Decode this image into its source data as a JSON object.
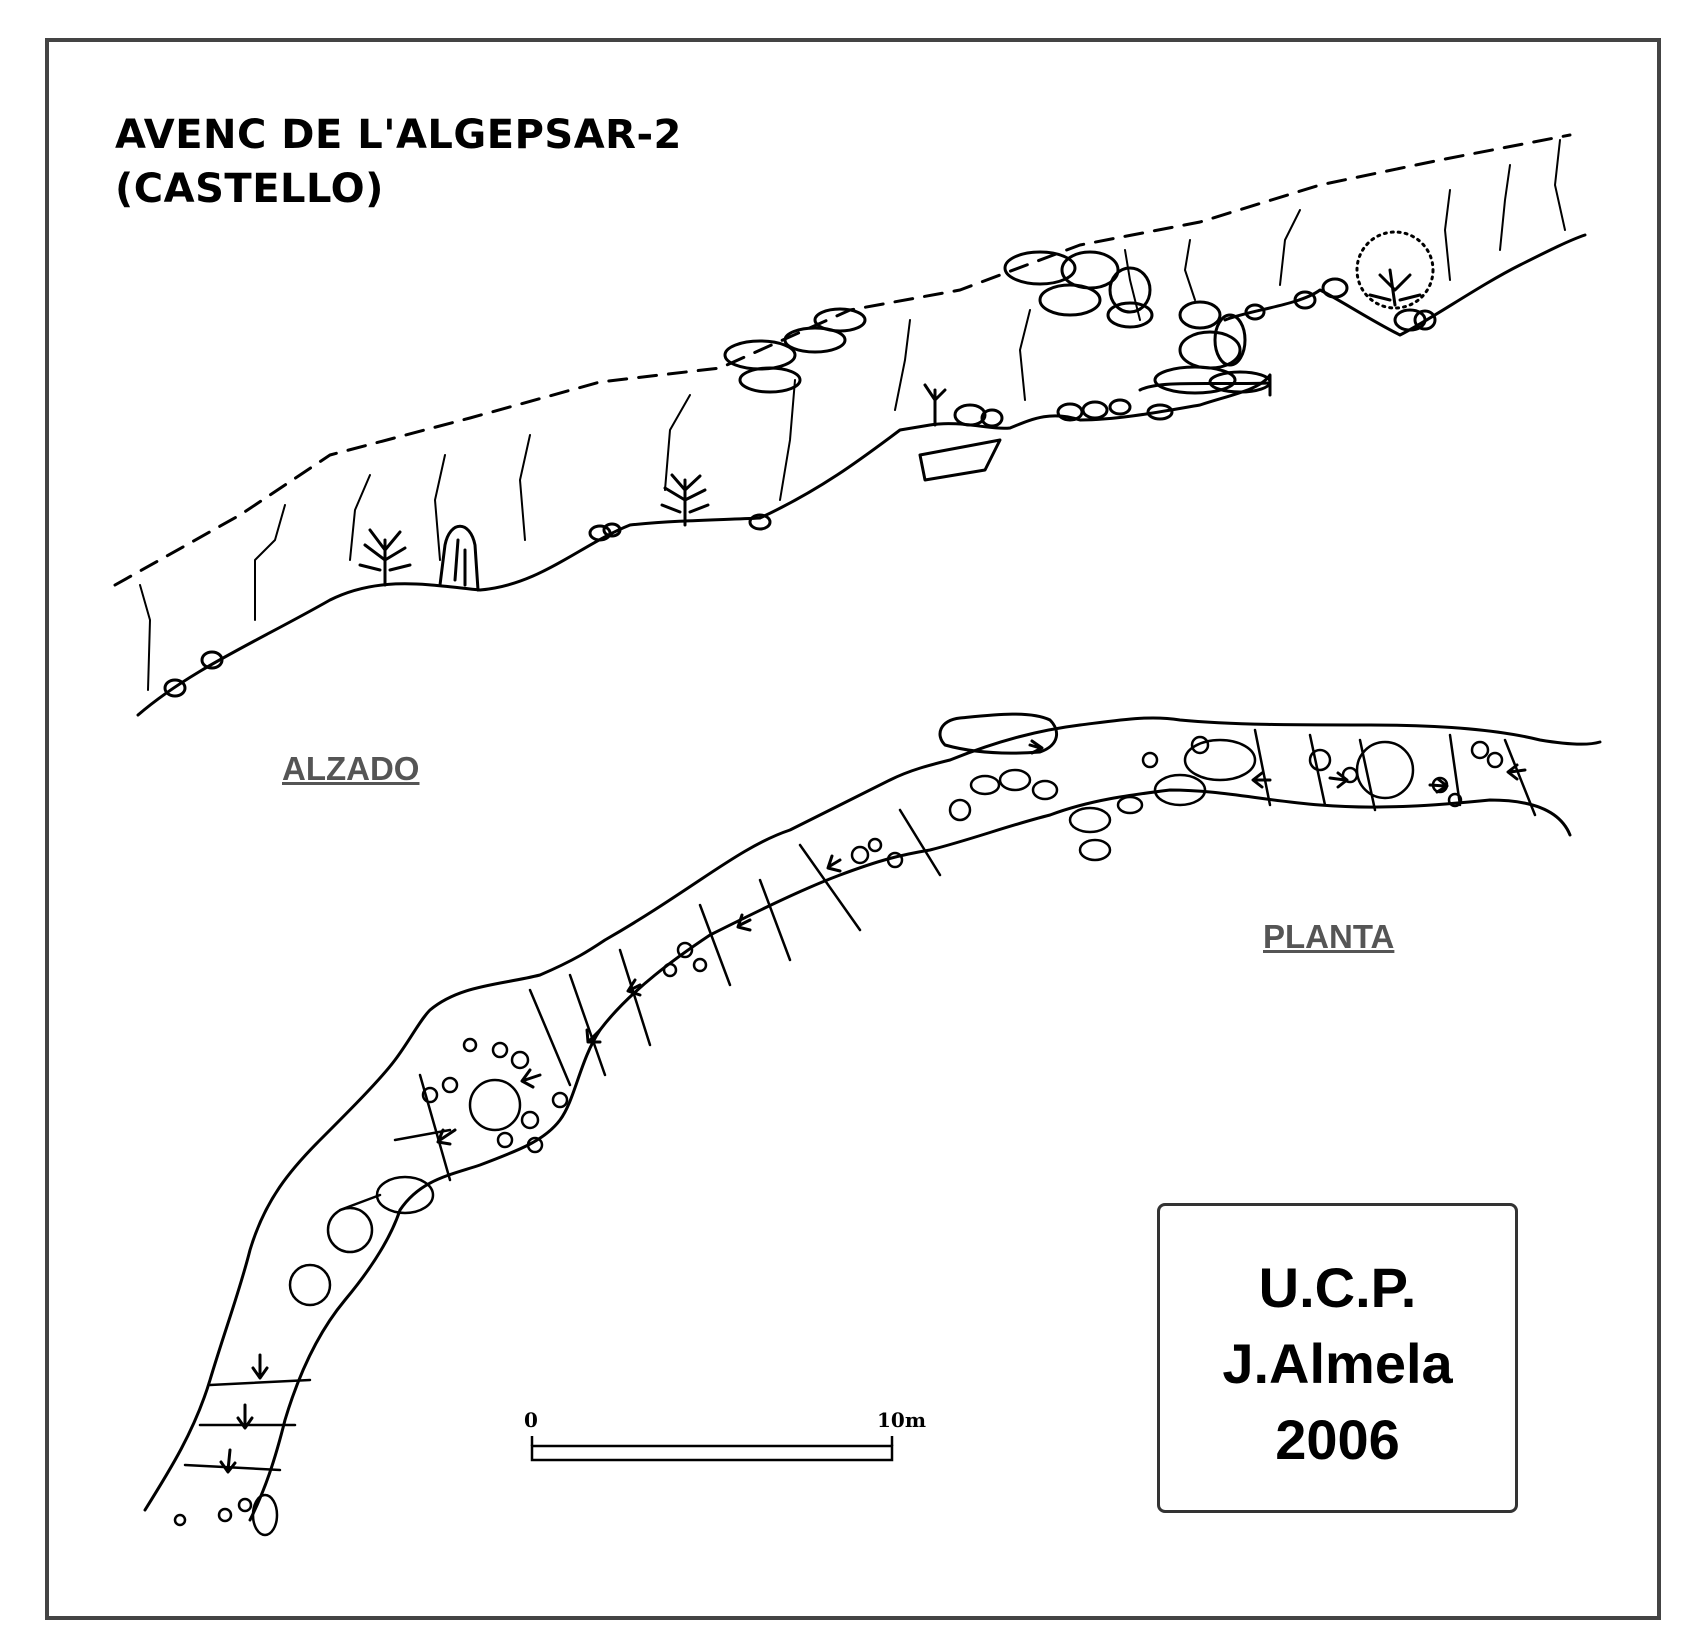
{
  "title": {
    "line1": "AVENC DE L'ALGEPSAR-2",
    "line2": "(CASTELLO)"
  },
  "views": {
    "elevation_label": "ALZADO",
    "plan_label": "PLANTA"
  },
  "scale": {
    "start_label": "0",
    "end_label": "10m"
  },
  "credits": {
    "group": "U.C.P.",
    "author": "J.Almela",
    "year": "2006"
  }
}
